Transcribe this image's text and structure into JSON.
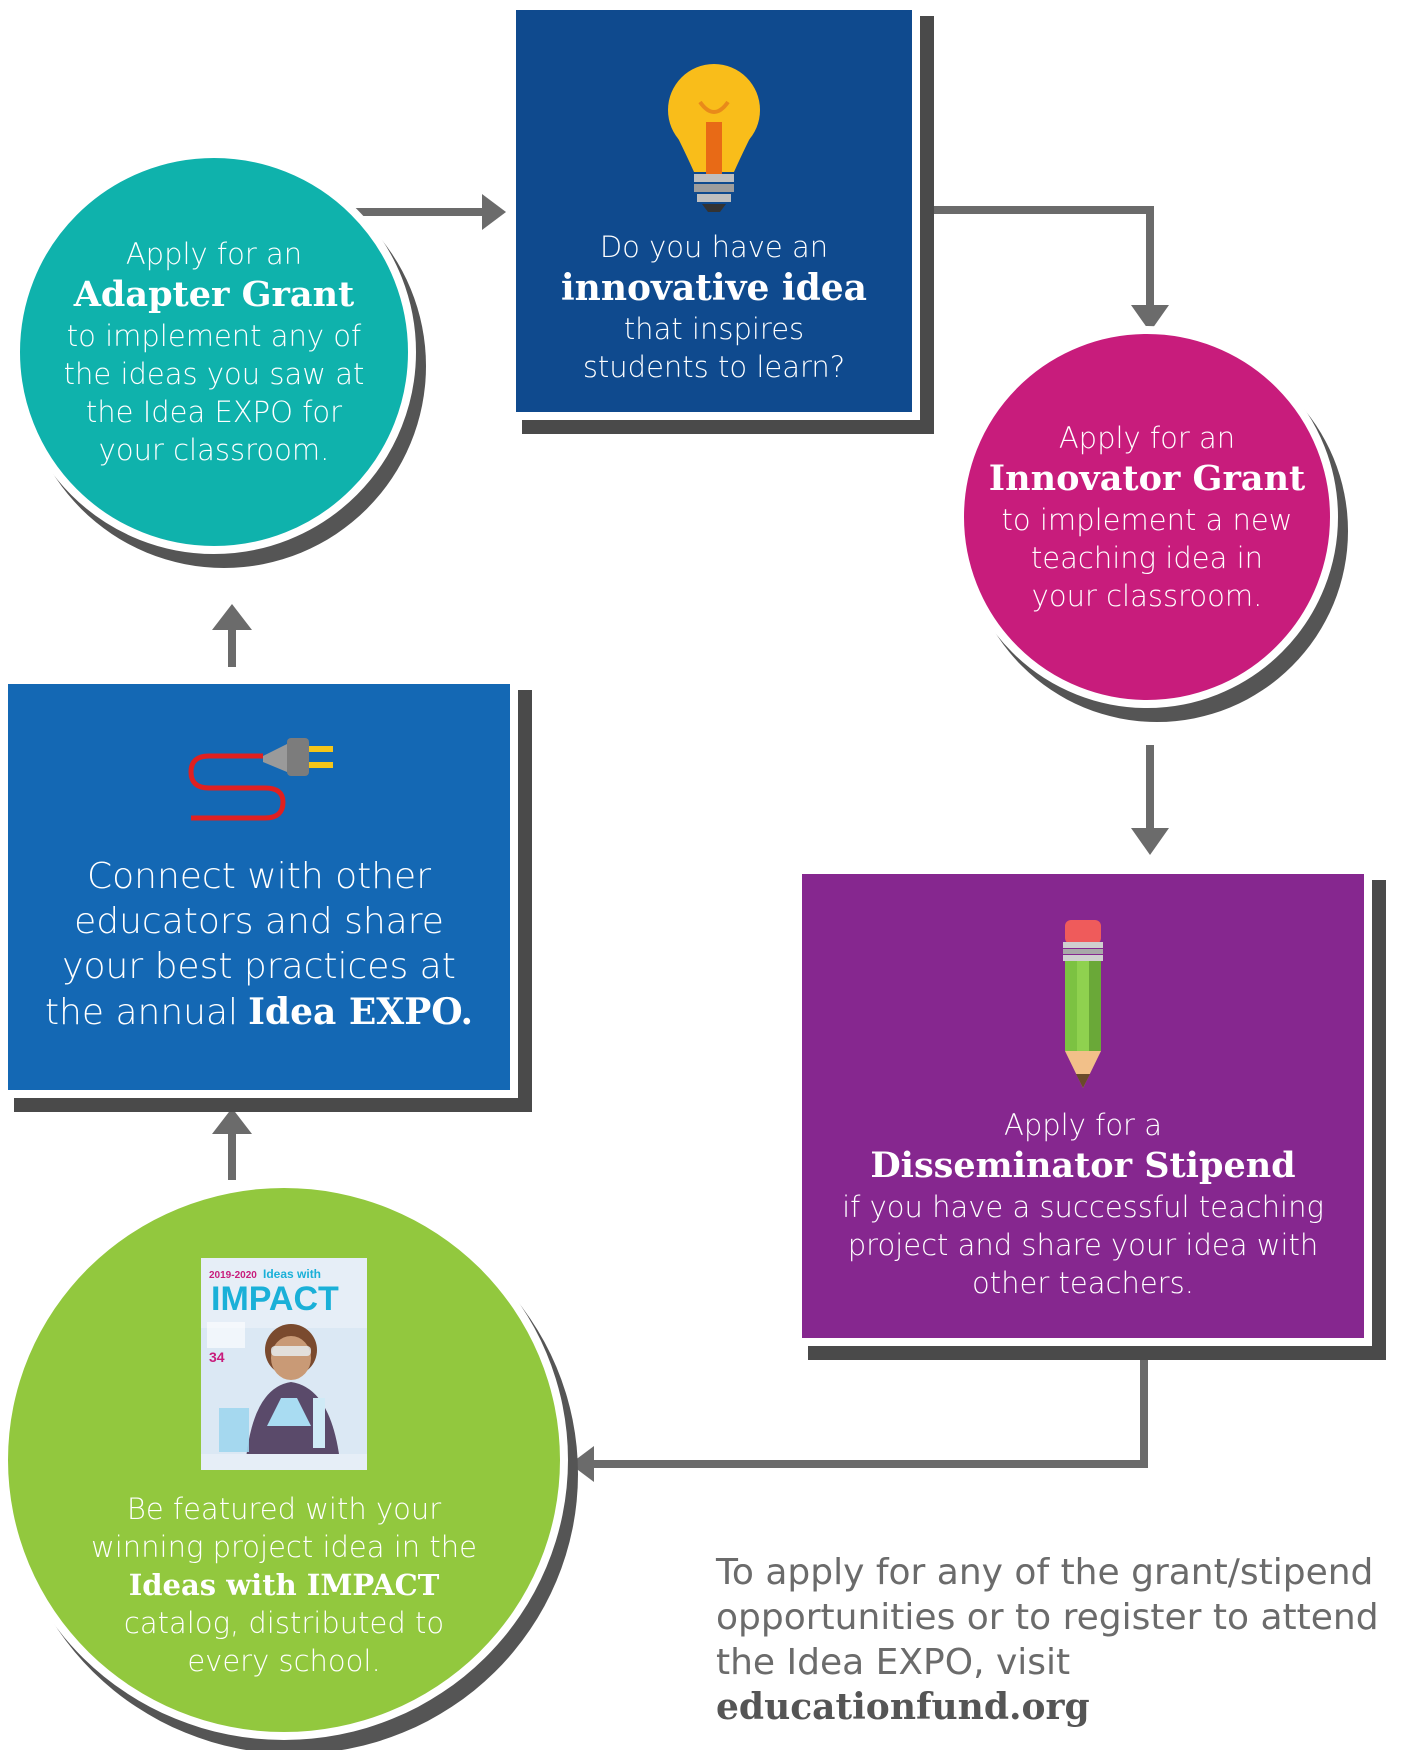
{
  "colors": {
    "navy": "#0f4a8e",
    "blue": "#1468b4",
    "magenta": "#c81c7c",
    "purple": "#86278f",
    "teal": "#0fb2ac",
    "green": "#92c83e",
    "arrow": "#6b6b6b"
  },
  "nodes": {
    "idea": {
      "line1": "Do you have an",
      "bold": "innovative idea",
      "line2": "that inspires",
      "line3": "students to learn?",
      "icon": "lightbulb-icon"
    },
    "innovator": {
      "line1": "Apply for an",
      "bold": "Innovator Grant",
      "line2": "to implement a new",
      "line3": "teaching idea in",
      "line4": "your classroom."
    },
    "disseminator": {
      "line1": "Apply for a",
      "bold": "Disseminator Stipend",
      "line2": "if you have a successful teaching",
      "line3": "project and share your idea with",
      "line4": "other teachers.",
      "icon": "pencil-icon"
    },
    "impact": {
      "line1": "Be featured with your",
      "line2": "winning project idea in the",
      "bold": "Ideas with IMPACT",
      "line3": "catalog, distributed to",
      "line4": "every school.",
      "icon": "catalog-cover-image",
      "cover": {
        "year": "2019-2020",
        "ideas_with": "Ideas with",
        "title": "IMPACT",
        "number": "34"
      }
    },
    "expo": {
      "line1": "Connect with other",
      "line2": "educators and share",
      "line3": "your best practices at",
      "line4_prefix": "the annual",
      "bold": "Idea EXPO.",
      "icon": "plug-icon"
    },
    "adapter": {
      "line1": "Apply for an",
      "bold": "Adapter Grant",
      "line2": "to implement any of",
      "line3": "the ideas you saw at",
      "line4": "the Idea EXPO for",
      "line5": "your classroom."
    }
  },
  "footer": {
    "line1": "To apply for any of the grant/stipend",
    "line2": "opportunities or to register to attend",
    "line3": "the Idea EXPO, visit",
    "url": "educationfund.org"
  }
}
